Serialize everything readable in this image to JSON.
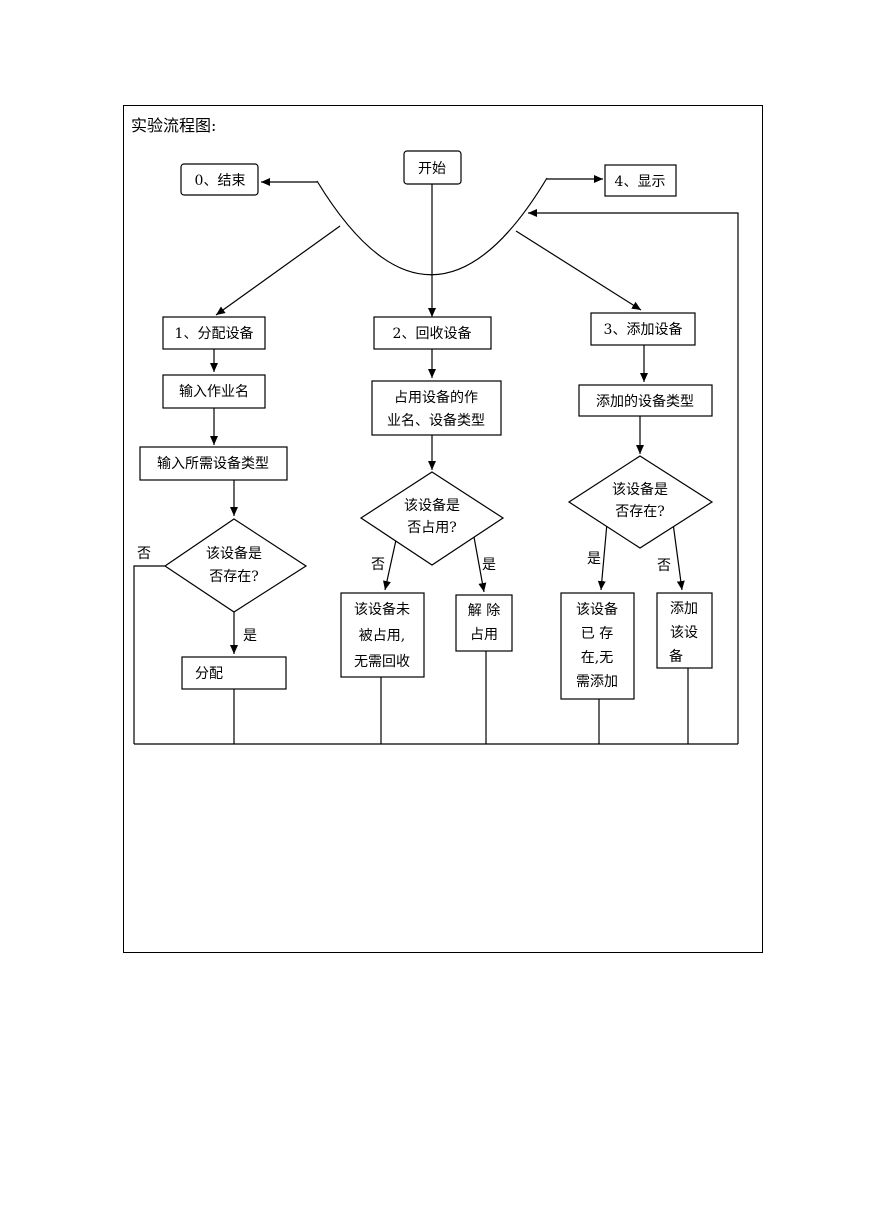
{
  "heading": "实验流程图:",
  "nodes": {
    "end": "0、结束",
    "start": "开始",
    "show": "4、显示",
    "allocate": "1、分配设备",
    "recycle": "2、回收设备",
    "add": "3、添加设备",
    "input_job": "输入作业名",
    "input_type": "输入所需设备类型",
    "allocate_exists_q": [
      "该设备是",
      "否存在?"
    ],
    "allocate_do": "分配",
    "occupied_info": [
      "占用设备的作",
      "业名、设备类型"
    ],
    "occupied_q": [
      "该设备是",
      "否占用?"
    ],
    "not_occupied": [
      "该设备未",
      "被占用,",
      "无需回收"
    ],
    "release": [
      "解 除",
      "占用"
    ],
    "add_type": "添加的设备类型",
    "add_exists_q": [
      "该设备是",
      "否存在?"
    ],
    "exists_no_add": [
      "该设备",
      "已  存",
      "在,无",
      "需添加"
    ],
    "do_add": [
      "添加",
      "该设",
      "备"
    ]
  },
  "labels": {
    "allocate_no": "否",
    "allocate_yes": "是",
    "recycle_no": "否",
    "recycle_yes": "是",
    "add_yes": "是",
    "add_no": "否"
  }
}
